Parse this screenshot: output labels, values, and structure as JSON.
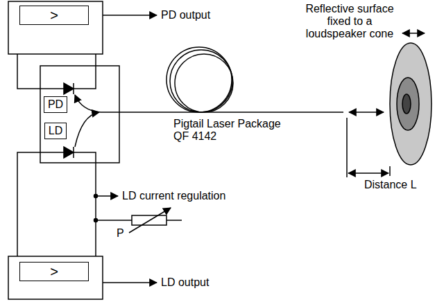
{
  "diagram": {
    "nodes": [
      {
        "text": [
          ">"
        ]
      },
      {
        "text": [
          "PD"
        ]
      },
      {
        "text": [
          "LD"
        ]
      },
      {
        "text": [
          ">"
        ]
      }
    ],
    "labels": [
      "PD output",
      "Reflective surface fixed to a loudspeaker cone",
      "Pigtail Laser Package QF 4142",
      "LD current regulation",
      "P",
      "Distance L",
      "LD output"
    ]
  }
}
